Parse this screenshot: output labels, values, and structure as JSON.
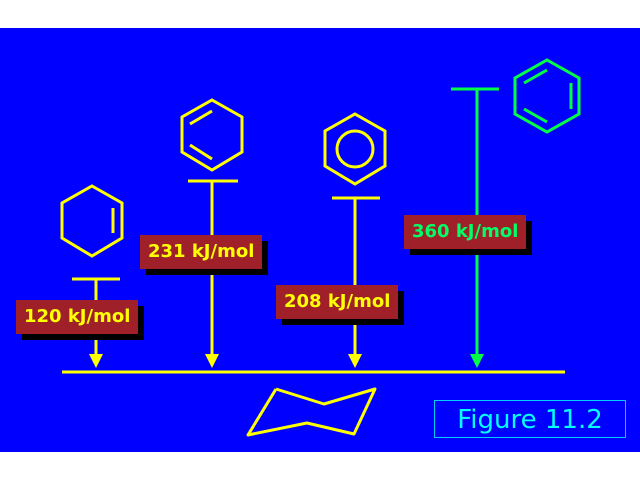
{
  "colors": {
    "background": "#0000ff",
    "line": "#ffff00",
    "highlight": "#00ff44",
    "label_box": "#a0202a",
    "caption": "#00ffff"
  },
  "labels": {
    "cyclohexene": "120 kJ/mol",
    "cyclohexadiene": "231 kJ/mol",
    "benzene_aromatic": "208 kJ/mol",
    "benzene_kekule": "360 kJ/mol"
  },
  "caption": "Figure 11.2"
}
